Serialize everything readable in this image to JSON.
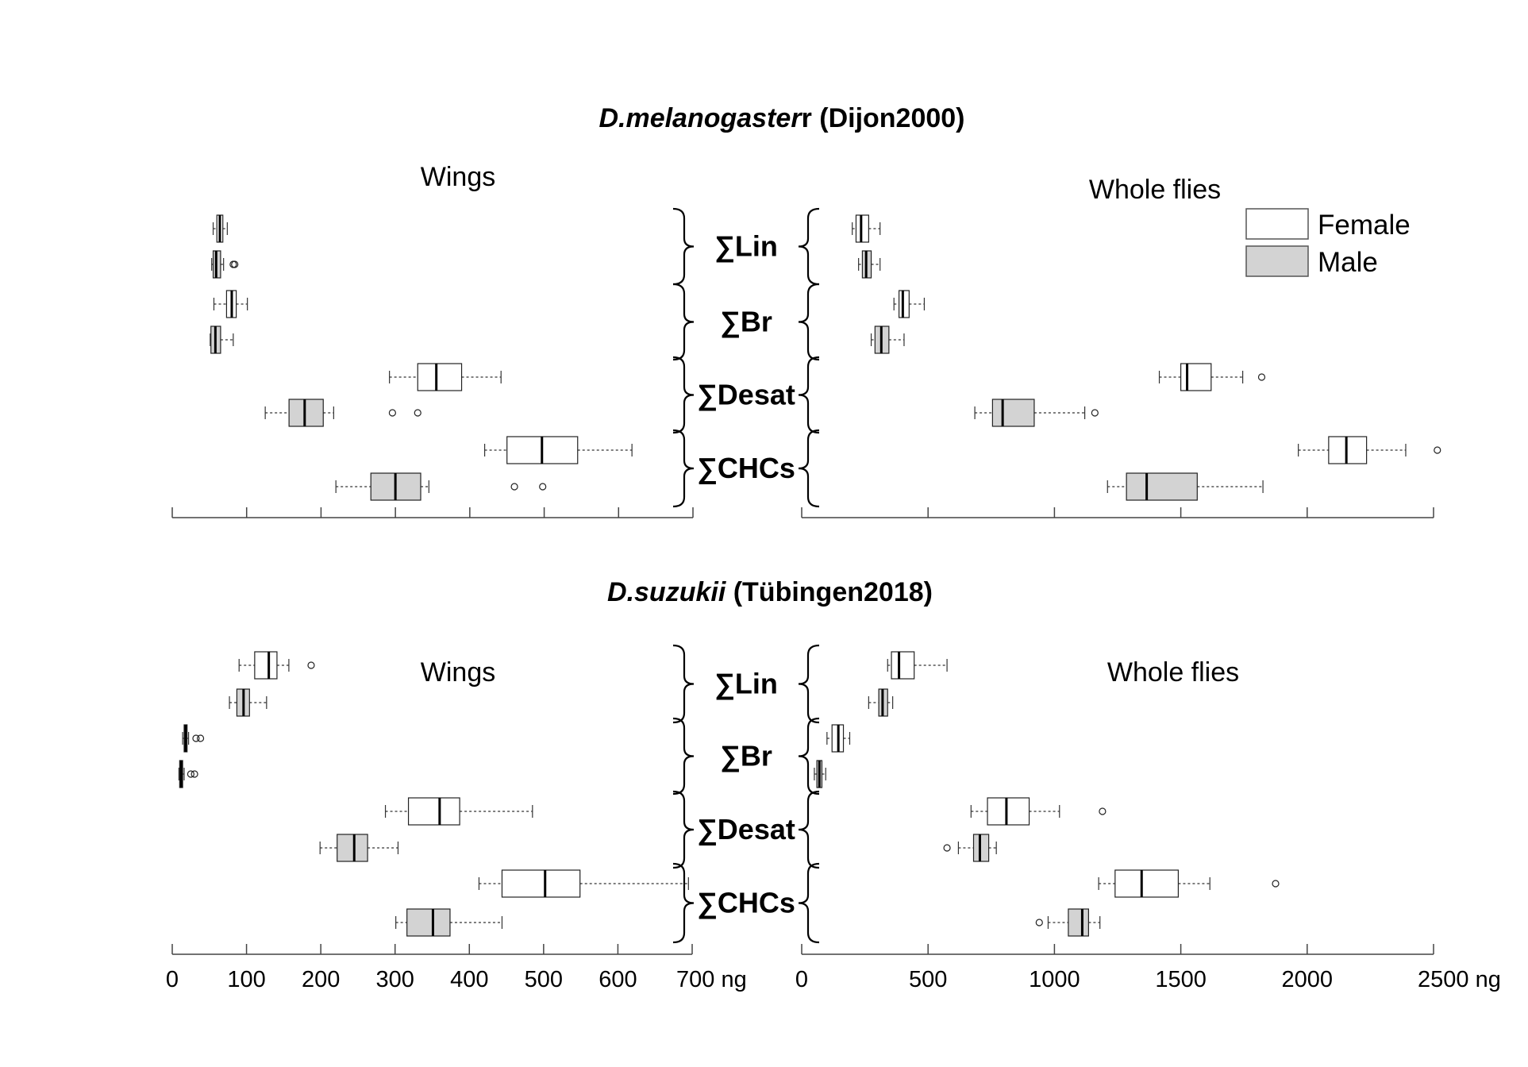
{
  "chart_data": {
    "type": "boxplot",
    "sex_colors": {
      "Female": "#ffffff",
      "Male": "#d3d3d3"
    },
    "legend": [
      "Female",
      "Male"
    ],
    "categories": [
      "∑Lin",
      "∑Br",
      "∑Desat",
      "∑CHCs"
    ],
    "species": [
      {
        "title_italic": "D.melanogaster",
        "title_rest": "r (Dijon2000)",
        "panels": [
          {
            "name": "Wings",
            "xlim": [
              0,
              700
            ],
            "ticks": [
              0,
              100,
              200,
              300,
              400,
              500,
              600,
              700
            ],
            "unit": "",
            "boxes": [
              {
                "cat": "∑Lin",
                "sex": "Female",
                "whislo": 55,
                "q1": 60,
                "med": 64,
                "q3": 68,
                "whishi": 74,
                "fliers": []
              },
              {
                "cat": "∑Lin",
                "sex": "Male",
                "whislo": 53,
                "q1": 55,
                "med": 59,
                "q3": 65,
                "whishi": 69,
                "fliers": [
                  82,
                  84
                ]
              },
              {
                "cat": "∑Br",
                "sex": "Female",
                "whislo": 56,
                "q1": 73,
                "med": 80,
                "q3": 86,
                "whishi": 101,
                "fliers": []
              },
              {
                "cat": "∑Br",
                "sex": "Male",
                "whislo": 51,
                "q1": 52,
                "med": 58,
                "q3": 65,
                "whishi": 82,
                "fliers": []
              },
              {
                "cat": "∑Desat",
                "sex": "Female",
                "whislo": 292,
                "q1": 330,
                "med": 355,
                "q3": 389,
                "whishi": 442,
                "fliers": []
              },
              {
                "cat": "∑Desat",
                "sex": "Male",
                "whislo": 125,
                "q1": 157,
                "med": 178,
                "q3": 203,
                "whishi": 217,
                "fliers": [
                  296,
                  330
                ]
              },
              {
                "cat": "∑CHCs",
                "sex": "Female",
                "whislo": 420,
                "q1": 450,
                "med": 497,
                "q3": 545,
                "whishi": 618,
                "fliers": []
              },
              {
                "cat": "∑CHCs",
                "sex": "Male",
                "whislo": 220,
                "q1": 267,
                "med": 300,
                "q3": 334,
                "whishi": 345,
                "fliers": [
                  460,
                  498
                ]
              }
            ]
          },
          {
            "name": "Whole flies",
            "xlim": [
              0,
              2500
            ],
            "ticks": [
              0,
              500,
              1000,
              1500,
              2000,
              2500
            ],
            "unit": "",
            "boxes": [
              {
                "cat": "∑Lin",
                "sex": "Female",
                "whislo": 200,
                "q1": 215,
                "med": 235,
                "q3": 265,
                "whishi": 310,
                "fliers": []
              },
              {
                "cat": "∑Lin",
                "sex": "Male",
                "whislo": 225,
                "q1": 240,
                "med": 255,
                "q3": 275,
                "whishi": 310,
                "fliers": []
              },
              {
                "cat": "∑Br",
                "sex": "Female",
                "whislo": 365,
                "q1": 385,
                "med": 400,
                "q3": 425,
                "whishi": 485,
                "fliers": []
              },
              {
                "cat": "∑Br",
                "sex": "Male",
                "whislo": 275,
                "q1": 290,
                "med": 315,
                "q3": 345,
                "whishi": 405,
                "fliers": []
              },
              {
                "cat": "∑Desat",
                "sex": "Female",
                "whislo": 1415,
                "q1": 1500,
                "med": 1525,
                "q3": 1620,
                "whishi": 1745,
                "fliers": [
                  1820
                ]
              },
              {
                "cat": "∑Desat",
                "sex": "Male",
                "whislo": 685,
                "q1": 755,
                "med": 795,
                "q3": 920,
                "whishi": 1120,
                "fliers": [
                  1160
                ]
              },
              {
                "cat": "∑CHCs",
                "sex": "Female",
                "whislo": 1965,
                "q1": 2085,
                "med": 2155,
                "q3": 2235,
                "whishi": 2390,
                "fliers": [
                  2515
                ]
              },
              {
                "cat": "∑CHCs",
                "sex": "Male",
                "whislo": 1210,
                "q1": 1285,
                "med": 1365,
                "q3": 1565,
                "whishi": 1825,
                "fliers": []
              }
            ]
          }
        ]
      },
      {
        "title_italic": "D.suzukii",
        "title_rest": " (Tübingen2018)",
        "panels": [
          {
            "name": "Wings",
            "xlim": [
              0,
              700
            ],
            "ticks": [
              0,
              100,
              200,
              300,
              400,
              500,
              600,
              700
            ],
            "unit": "ng",
            "boxes": [
              {
                "cat": "∑Lin",
                "sex": "Female",
                "whislo": 90,
                "q1": 111,
                "med": 130,
                "q3": 141,
                "whishi": 157,
                "fliers": [
                  187
                ]
              },
              {
                "cat": "∑Lin",
                "sex": "Male",
                "whislo": 77,
                "q1": 87,
                "med": 96,
                "q3": 104,
                "whishi": 127,
                "fliers": []
              },
              {
                "cat": "∑Br",
                "sex": "Female",
                "whislo": 14,
                "q1": 16,
                "med": 18,
                "q3": 20,
                "whishi": 22,
                "fliers": [
                  32,
                  38
                ]
              },
              {
                "cat": "∑Br",
                "sex": "Male",
                "whislo": 9,
                "q1": 10,
                "med": 12,
                "q3": 14,
                "whishi": 16,
                "fliers": [
                  25,
                  30
                ]
              },
              {
                "cat": "∑Desat",
                "sex": "Female",
                "whislo": 287,
                "q1": 318,
                "med": 360,
                "q3": 387,
                "whishi": 485,
                "fliers": []
              },
              {
                "cat": "∑Desat",
                "sex": "Male",
                "whislo": 199,
                "q1": 222,
                "med": 245,
                "q3": 263,
                "whishi": 304,
                "fliers": []
              },
              {
                "cat": "∑CHCs",
                "sex": "Female",
                "whislo": 413,
                "q1": 444,
                "med": 502,
                "q3": 549,
                "whishi": 695,
                "fliers": []
              },
              {
                "cat": "∑CHCs",
                "sex": "Male",
                "whislo": 301,
                "q1": 316,
                "med": 351,
                "q3": 374,
                "whishi": 444,
                "fliers": []
              }
            ]
          },
          {
            "name": "Whole flies",
            "xlim": [
              0,
              2500
            ],
            "ticks": [
              0,
              500,
              1000,
              1500,
              2000,
              2500
            ],
            "unit": "ng",
            "boxes": [
              {
                "cat": "∑Lin",
                "sex": "Female",
                "whislo": 340,
                "q1": 355,
                "med": 385,
                "q3": 445,
                "whishi": 575,
                "fliers": []
              },
              {
                "cat": "∑Lin",
                "sex": "Male",
                "whislo": 265,
                "q1": 305,
                "med": 320,
                "q3": 340,
                "whishi": 360,
                "fliers": []
              },
              {
                "cat": "∑Br",
                "sex": "Female",
                "whislo": 100,
                "q1": 120,
                "med": 145,
                "q3": 165,
                "whishi": 190,
                "fliers": []
              },
              {
                "cat": "∑Br",
                "sex": "Male",
                "whislo": 50,
                "q1": 60,
                "med": 70,
                "q3": 80,
                "whishi": 95,
                "fliers": []
              },
              {
                "cat": "∑Desat",
                "sex": "Female",
                "whislo": 670,
                "q1": 735,
                "med": 810,
                "q3": 900,
                "whishi": 1020,
                "fliers": [
                  1190
                ]
              },
              {
                "cat": "∑Desat",
                "sex": "Male",
                "whislo": 620,
                "q1": 680,
                "med": 705,
                "q3": 740,
                "whishi": 770,
                "fliers": [
                  575
                ]
              },
              {
                "cat": "∑CHCs",
                "sex": "Female",
                "whislo": 1175,
                "q1": 1240,
                "med": 1345,
                "q3": 1490,
                "whishi": 1615,
                "fliers": [
                  1875
                ]
              },
              {
                "cat": "∑CHCs",
                "sex": "Male",
                "whislo": 975,
                "q1": 1055,
                "med": 1110,
                "q3": 1135,
                "whishi": 1180,
                "fliers": [
                  940
                ]
              }
            ]
          }
        ]
      }
    ]
  }
}
